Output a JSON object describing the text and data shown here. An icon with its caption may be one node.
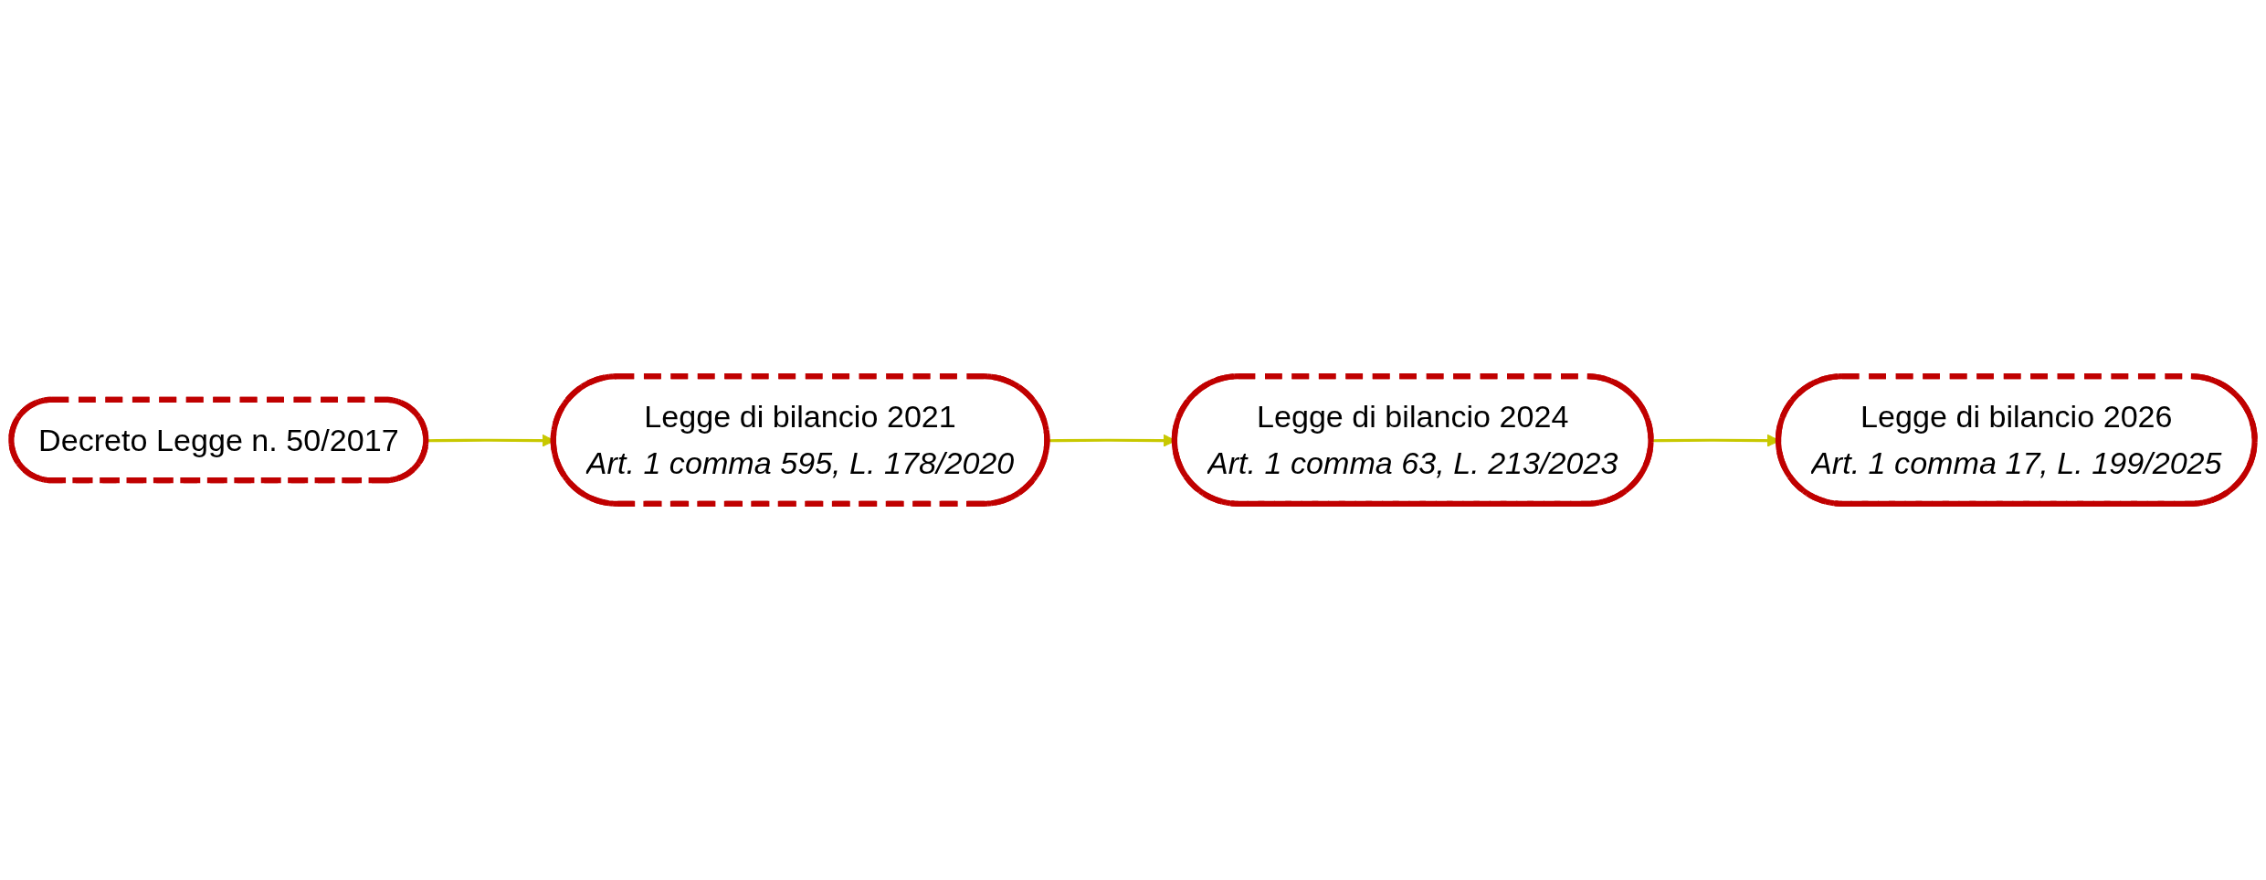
{
  "diagram": {
    "nodes": [
      {
        "text": [
          "Decreto Legge n. 50/2017"
        ]
      },
      {
        "text": [
          "Legge di bilancio 2021",
          "Art. 1 comma 595, L. 178/2020"
        ]
      },
      {
        "text": [
          "Legge di bilancio 2024",
          "Art. 1 comma 63, L. 213/2023"
        ]
      },
      {
        "text": [
          "Legge di bilancio 2026",
          "Art. 1 comma 17, L. 199/2025"
        ]
      }
    ],
    "edges": [
      {
        "from": 0,
        "to": 1,
        "arrow": "to"
      },
      {
        "from": 1,
        "to": 2,
        "arrow": "to"
      },
      {
        "from": 2,
        "to": 3,
        "arrow": "to"
      }
    ]
  }
}
